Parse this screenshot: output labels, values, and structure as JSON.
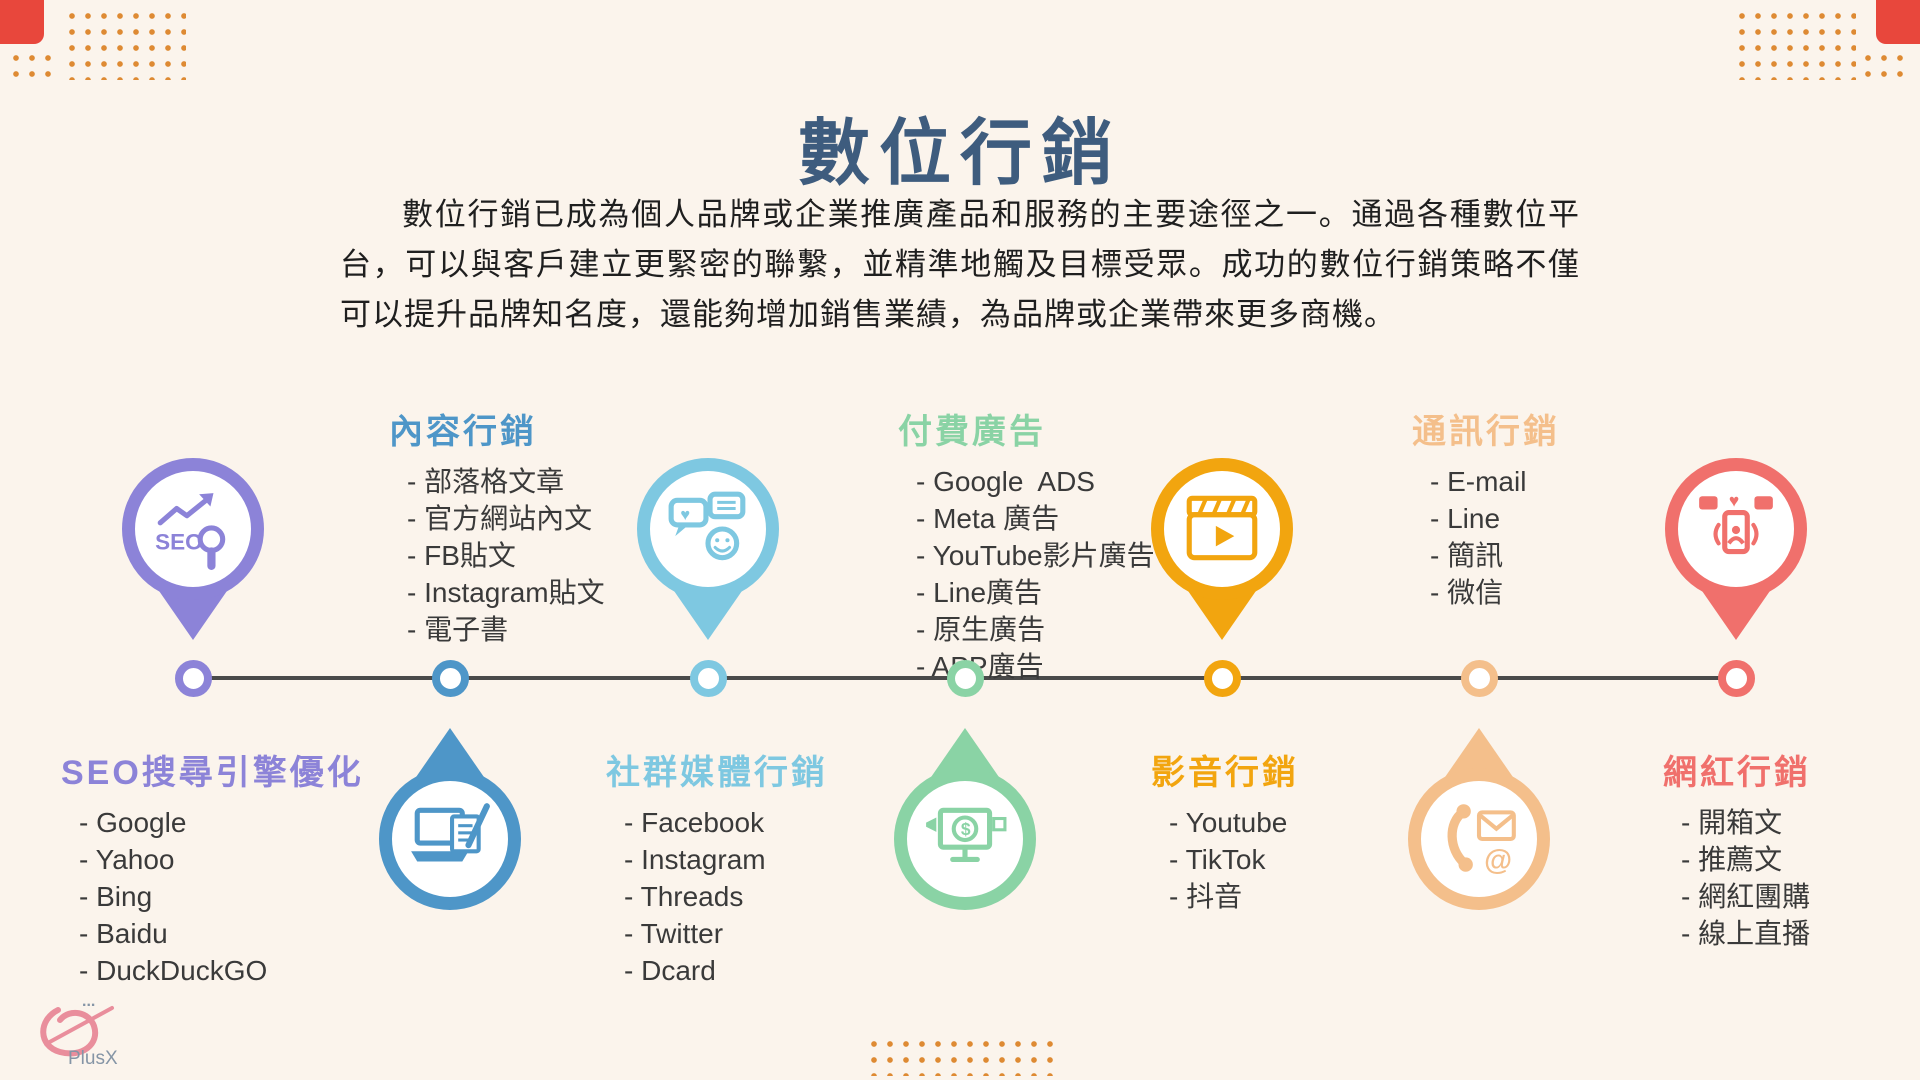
{
  "title": "數位行銷",
  "intro": "數位行銷已成為個人品牌或企業推廣產品和服務的主要途徑之一。通過各種數位平台，可以與客戶建立更緊密的聯繫，並精準地觸及目標受眾。成功的數位行銷策略不僅可以提升品牌知名度，還能夠增加銷售業績，為品牌或企業帶來更多商機。",
  "theme": {
    "bg": "#FBF4EC",
    "title_color": "#3E5C7E",
    "text_color": "#1F1F1F",
    "line_color": "#4A4A4A",
    "dot_color": "#DE8A33",
    "corner_color": "#E8473C"
  },
  "categories": [
    {
      "name": "SEO搜尋引擎優化",
      "color": "#8C83D8",
      "icon": "seo-chart-magnifier-icon",
      "icon_text": "SEO",
      "items": [
        "- Google",
        "- Yahoo",
        "- Bing",
        "- Baidu",
        "- DuckDuckGO"
      ]
    },
    {
      "name": "內容行銷",
      "color": "#4E96C8",
      "icon": "laptop-writing-icon",
      "items": [
        "- 部落格文章",
        "- 官方網站內文",
        "- FB貼文",
        "- Instagram貼文",
        "- 電子書"
      ]
    },
    {
      "name": "社群媒體行銷",
      "color": "#7EC8E1",
      "icon": "chat-bubbles-icon",
      "items": [
        "- Facebook",
        "- Instagram",
        "- Threads",
        "- Twitter",
        "- Dcard"
      ]
    },
    {
      "name": "付費廣告",
      "color": "#8AD3A5",
      "icon": "ads-monitor-icon",
      "items": [
        "- Google  ADS",
        "- Meta 廣告",
        "- YouTube影片廣告",
        "- Line廣告",
        "- 原生廣告",
        "- APP廣告"
      ]
    },
    {
      "name": "影音行銷",
      "color": "#F2A50F",
      "icon": "clapperboard-icon",
      "items": [
        "- Youtube",
        "- TikTok",
        "- 抖音"
      ]
    },
    {
      "name": "通訊行銷",
      "color": "#F4BF8B",
      "icon": "phone-mail-icon",
      "items": [
        "- E-mail",
        "- Line",
        "- 簡訊",
        "- 微信"
      ]
    },
    {
      "name": "網紅行銷",
      "color": "#F0706C",
      "icon": "influencer-phone-icon",
      "items": [
        "- 開箱文",
        "- 推薦文",
        "- 網紅團購",
        "- 線上直播"
      ]
    }
  ],
  "logo": {
    "name": "PlusX",
    "dots": "..."
  }
}
